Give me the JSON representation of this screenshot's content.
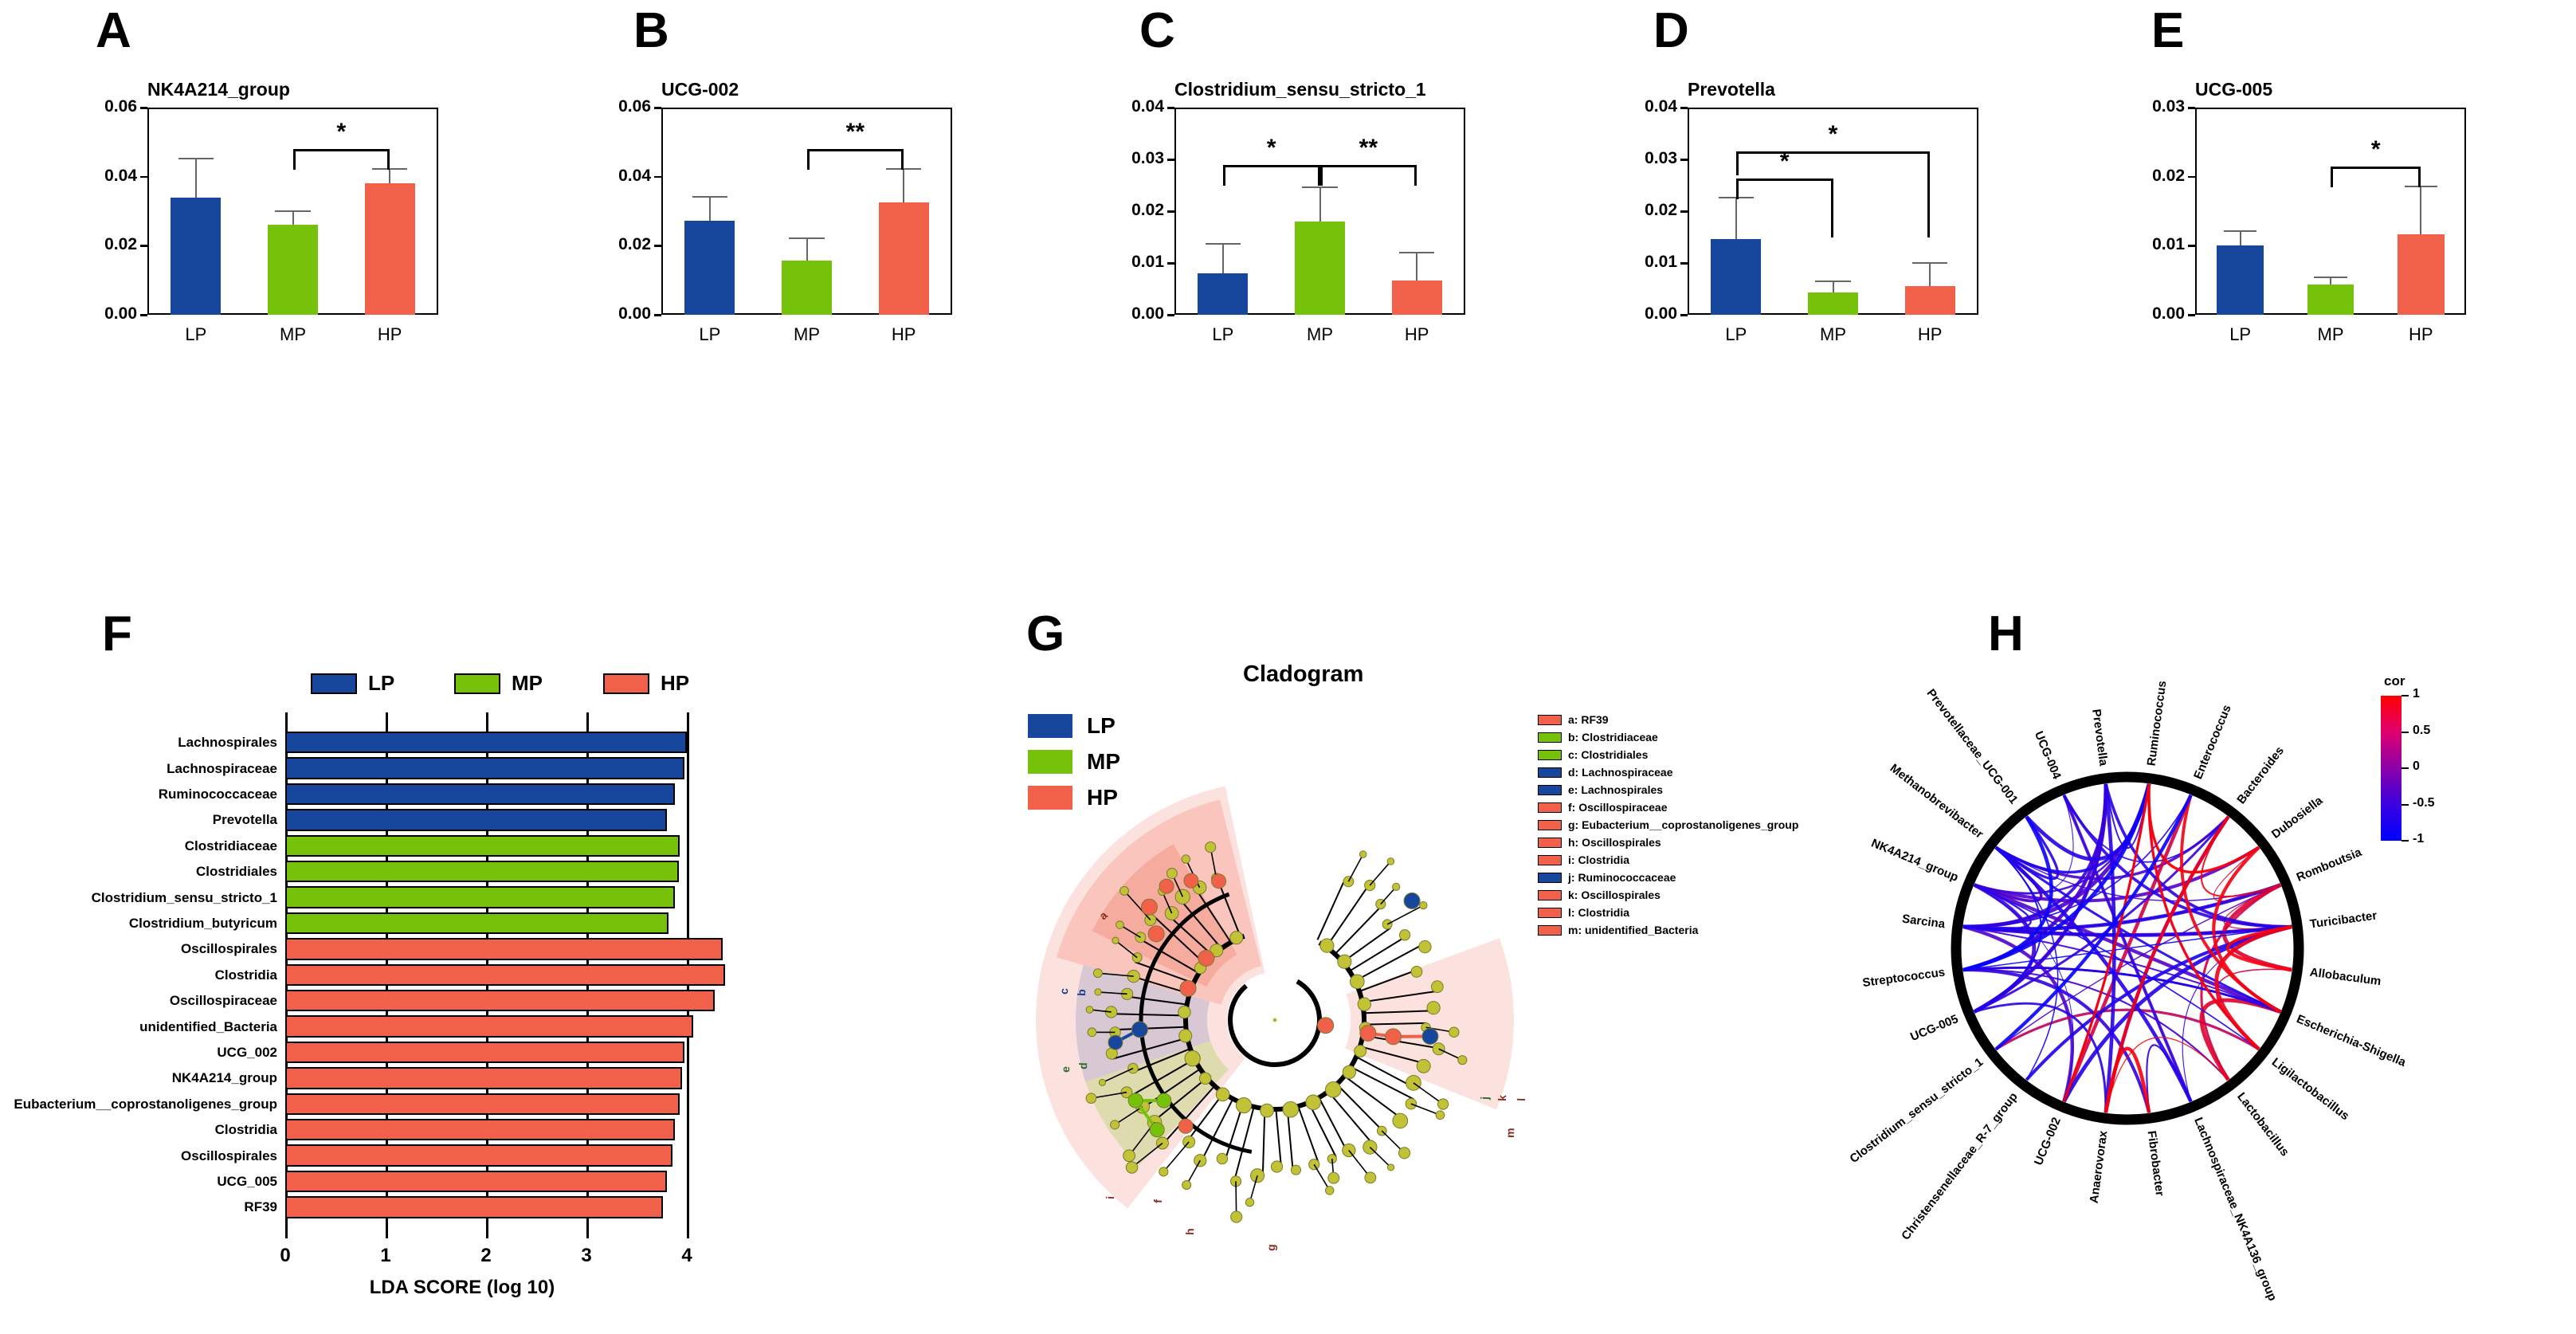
{
  "groups": {
    "names": [
      "LP",
      "MP",
      "HP"
    ],
    "colors": {
      "LP": "#16479d",
      "MP": "#76c20b",
      "HP": "#f1614a"
    }
  },
  "panels": {
    "A": {
      "letter": "A",
      "title": "NK4A214_group"
    },
    "B": {
      "letter": "B",
      "title": "UCG-002"
    },
    "C": {
      "letter": "C",
      "title": "Clostridium_sensu_stricto_1"
    },
    "D": {
      "letter": "D",
      "title": "Prevotella"
    },
    "E": {
      "letter": "E",
      "title": "UCG-005"
    },
    "F": {
      "letter": "F"
    },
    "G": {
      "letter": "G"
    },
    "H": {
      "letter": "H"
    }
  },
  "chart_data": [
    {
      "panel": "A",
      "type": "bar",
      "title": "NK4A214_group",
      "categories": [
        "LP",
        "MP",
        "HP"
      ],
      "values": [
        0.034,
        0.026,
        0.038
      ],
      "errors_upper": [
        0.0455,
        0.0303,
        0.0425
      ],
      "ylim": [
        0.0,
        0.06
      ],
      "yticks": [
        0.0,
        0.02,
        0.04,
        0.06
      ],
      "ytick_labels": [
        "0.00",
        "0.02",
        "0.04",
        "0.06"
      ],
      "xlabel": "",
      "ylabel": "",
      "grid": false,
      "significance": [
        {
          "from": "MP",
          "to": "HP",
          "marker": "*"
        }
      ]
    },
    {
      "panel": "B",
      "type": "bar",
      "title": "UCG-002",
      "categories": [
        "LP",
        "MP",
        "HP"
      ],
      "values": [
        0.0272,
        0.0157,
        0.0325
      ],
      "errors_upper": [
        0.0345,
        0.0225,
        0.0425
      ],
      "ylim": [
        0.0,
        0.06
      ],
      "yticks": [
        0.0,
        0.02,
        0.04,
        0.06
      ],
      "ytick_labels": [
        "0.00",
        "0.02",
        "0.04",
        "0.06"
      ],
      "xlabel": "",
      "ylabel": "",
      "grid": false,
      "significance": [
        {
          "from": "MP",
          "to": "HP",
          "marker": "**"
        }
      ]
    },
    {
      "panel": "C",
      "type": "bar",
      "title": "Clostridium_sensu_stricto_1",
      "categories": [
        "LP",
        "MP",
        "HP"
      ],
      "values": [
        0.008,
        0.018,
        0.0066
      ],
      "errors_upper": [
        0.0138,
        0.0248,
        0.0121
      ],
      "ylim": [
        0.0,
        0.04
      ],
      "yticks": [
        0.0,
        0.01,
        0.02,
        0.03,
        0.04
      ],
      "ytick_labels": [
        "0.00",
        "0.01",
        "0.02",
        "0.03",
        "0.04"
      ],
      "xlabel": "",
      "ylabel": "",
      "grid": false,
      "significance": [
        {
          "from": "LP",
          "to": "MP",
          "marker": "*"
        },
        {
          "from": "MP",
          "to": "HP",
          "marker": "**"
        }
      ]
    },
    {
      "panel": "D",
      "type": "bar",
      "title": "Prevotella",
      "categories": [
        "LP",
        "MP",
        "HP"
      ],
      "values": [
        0.0146,
        0.0043,
        0.0055
      ],
      "errors_upper": [
        0.0228,
        0.0066,
        0.0102
      ],
      "ylim": [
        0.0,
        0.04
      ],
      "yticks": [
        0.0,
        0.01,
        0.02,
        0.03,
        0.04
      ],
      "ytick_labels": [
        "0.00",
        "0.01",
        "0.02",
        "0.03",
        "0.04"
      ],
      "xlabel": "",
      "ylabel": "",
      "grid": false,
      "significance": [
        {
          "from": "LP",
          "to": "MP",
          "marker": "*"
        },
        {
          "from": "LP",
          "to": "HP",
          "marker": "*"
        }
      ]
    },
    {
      "panel": "E",
      "type": "bar",
      "title": "UCG-005",
      "categories": [
        "LP",
        "MP",
        "HP"
      ],
      "values": [
        0.01,
        0.0044,
        0.0117
      ],
      "errors_upper": [
        0.0122,
        0.0055,
        0.0187
      ],
      "ylim": [
        0.0,
        0.03
      ],
      "yticks": [
        0.0,
        0.01,
        0.02,
        0.03
      ],
      "ytick_labels": [
        "0.00",
        "0.01",
        "0.02",
        "0.03"
      ],
      "xlabel": "",
      "ylabel": "",
      "grid": false,
      "significance": [
        {
          "from": "MP",
          "to": "HP",
          "marker": "*"
        }
      ]
    },
    {
      "panel": "F",
      "type": "bar",
      "orientation": "horizontal",
      "title": "",
      "xlabel": "LDA SCORE (log 10)",
      "ylabel": "",
      "xlim": [
        0,
        4
      ],
      "xticks": [
        0,
        1,
        2,
        3,
        4
      ],
      "xtick_labels": [
        "0",
        "1",
        "2",
        "3",
        "4"
      ],
      "grid": true,
      "legend": [
        "LP",
        "MP",
        "HP"
      ],
      "legend_position": "top",
      "categories": [
        "Lachnospirales",
        "Lachnospiraceae",
        "Ruminococcaceae",
        "Prevotella",
        "Clostridiaceae",
        "Clostridiales",
        "Clostridium_sensu_stricto_1",
        "Clostridium_butyricum",
        "Oscillospirales",
        "Clostridia",
        "Oscillospiraceae",
        "unidentified_Bacteria",
        "UCG_002",
        "NK4A214_group",
        "Eubacterium__coprostanoligenes_group",
        "Clostridia",
        "Oscillospirales",
        "UCG_005",
        "RF39"
      ],
      "values": [
        4.0,
        3.98,
        3.88,
        3.8,
        3.93,
        3.92,
        3.88,
        3.82,
        4.36,
        4.38,
        4.28,
        4.06,
        3.98,
        3.95,
        3.93,
        3.88,
        3.86,
        3.8,
        3.76
      ],
      "series_group": [
        "LP",
        "LP",
        "LP",
        "LP",
        "MP",
        "MP",
        "MP",
        "MP",
        "HP",
        "HP",
        "HP",
        "HP",
        "HP",
        "HP",
        "HP",
        "HP",
        "HP",
        "HP",
        "HP"
      ]
    },
    {
      "panel": "H",
      "type": "chord",
      "title": "",
      "legend_title": "cor",
      "colorbar_ticks": [
        "1",
        "0.5",
        "0",
        "-0.5",
        "-1"
      ],
      "colorbar_range": [
        -1,
        1
      ],
      "sectors": [
        "Ruminococcus",
        "Enterococcus",
        "Bacteroides",
        "Dubosiella",
        "Romboutsia",
        "Turicibacter",
        "Allobaculum",
        "Escherichia-Shigella",
        "Ligilactobacillus",
        "Lactobacillus",
        "Lachnospiraceae_NK4A136_group",
        "Fibrobacter",
        "Anaerovorax",
        "UCG-002",
        "Christensenellaceae_R-7_group",
        "Clostridium_sensu_stricto_1",
        "UCG-005",
        "Streptococcus",
        "Sarcina",
        "NK4A214_group",
        "Methanobrevibacter",
        "Prevotellaceae_UCG-001",
        "UCG-004",
        "Prevotella"
      ]
    }
  ],
  "panelF": {
    "legend": [
      {
        "label": "LP",
        "color": "#16479d"
      },
      {
        "label": "MP",
        "color": "#76c20b"
      },
      {
        "label": "HP",
        "color": "#f1614a"
      }
    ],
    "axis_title": "LDA SCORE (log 10)",
    "xtick_labels": [
      "0",
      "1",
      "2",
      "3",
      "4"
    ],
    "rows": [
      {
        "label": "Lachnospirales",
        "value": 4.0,
        "group": "LP"
      },
      {
        "label": "Lachnospiraceae",
        "value": 3.98,
        "group": "LP"
      },
      {
        "label": "Ruminococcaceae",
        "value": 3.88,
        "group": "LP"
      },
      {
        "label": "Prevotella",
        "value": 3.8,
        "group": "LP"
      },
      {
        "label": "Clostridiaceae",
        "value": 3.93,
        "group": "MP"
      },
      {
        "label": "Clostridiales",
        "value": 3.92,
        "group": "MP"
      },
      {
        "label": "Clostridium_sensu_stricto_1",
        "value": 3.88,
        "group": "MP"
      },
      {
        "label": "Clostridium_butyricum",
        "value": 3.82,
        "group": "MP"
      },
      {
        "label": "Oscillospirales",
        "value": 4.36,
        "group": "HP"
      },
      {
        "label": "Clostridia",
        "value": 4.38,
        "group": "HP"
      },
      {
        "label": "Oscillospiraceae",
        "value": 4.28,
        "group": "HP"
      },
      {
        "label": "unidentified_Bacteria",
        "value": 4.06,
        "group": "HP"
      },
      {
        "label": "UCG_002",
        "value": 3.98,
        "group": "HP"
      },
      {
        "label": "NK4A214_group",
        "value": 3.95,
        "group": "HP"
      },
      {
        "label": "Eubacterium__coprostanoligenes_group",
        "value": 3.93,
        "group": "HP"
      },
      {
        "label": "Clostridia",
        "value": 3.88,
        "group": "HP"
      },
      {
        "label": "Oscillospirales",
        "value": 3.86,
        "group": "HP"
      },
      {
        "label": "UCG_005",
        "value": 3.8,
        "group": "HP"
      },
      {
        "label": "RF39",
        "value": 3.76,
        "group": "HP"
      }
    ]
  },
  "panelG": {
    "title": "Cladogram",
    "legend": [
      {
        "label": "LP",
        "color": "#16479d"
      },
      {
        "label": "MP",
        "color": "#76c20b"
      },
      {
        "label": "HP",
        "color": "#f1614a"
      }
    ],
    "key": [
      {
        "letter": "a",
        "label": "a: RF39",
        "color": "#f1614a"
      },
      {
        "letter": "b",
        "label": "b: Clostridiaceae",
        "color": "#76c20b"
      },
      {
        "letter": "c",
        "label": "c: Clostridiales",
        "color": "#76c20b"
      },
      {
        "letter": "d",
        "label": "d: Lachnospiraceae",
        "color": "#16479d"
      },
      {
        "letter": "e",
        "label": "e: Lachnospirales",
        "color": "#16479d"
      },
      {
        "letter": "f",
        "label": "f: Oscillospiraceae",
        "color": "#f1614a"
      },
      {
        "letter": "g",
        "label": "g: Eubacterium__coprostanoligenes_group",
        "color": "#f1614a"
      },
      {
        "letter": "h",
        "label": "h: Oscillospirales",
        "color": "#f1614a"
      },
      {
        "letter": "i",
        "label": "i: Clostridia",
        "color": "#f1614a"
      },
      {
        "letter": "j",
        "label": "j: Ruminococcaceae",
        "color": "#16479d"
      },
      {
        "letter": "k",
        "label": "k: Oscillospirales",
        "color": "#f1614a"
      },
      {
        "letter": "l",
        "label": "l: Clostridia",
        "color": "#f1614a"
      },
      {
        "letter": "m",
        "label": "m: unidentified_Bacteria",
        "color": "#f1614a"
      }
    ]
  },
  "panelH": {
    "cor_title": "cor",
    "cor_ticks": [
      "1",
      "0.5",
      "0",
      "-0.5",
      "-1"
    ],
    "labels": [
      "Ruminococcus",
      "Enterococcus",
      "Bacteroides",
      "Dubosiella",
      "Romboutsia",
      "Turicibacter",
      "Allobaculum",
      "Escherichia-Shigella",
      "Ligilactobacillus",
      "Lactobacillus",
      "Lachnospiraceae_NK4A136_group",
      "Fibrobacter",
      "Anaerovorax",
      "UCG-002",
      "Christensenellaceae_R-7_group",
      "Clostridium_sensu_stricto_1",
      "UCG-005",
      "Streptococcus",
      "Sarcina",
      "NK4A214_group",
      "Methanobrevibacter",
      "Prevotellaceae_UCG-001",
      "UCG-004",
      "Prevotella"
    ]
  }
}
